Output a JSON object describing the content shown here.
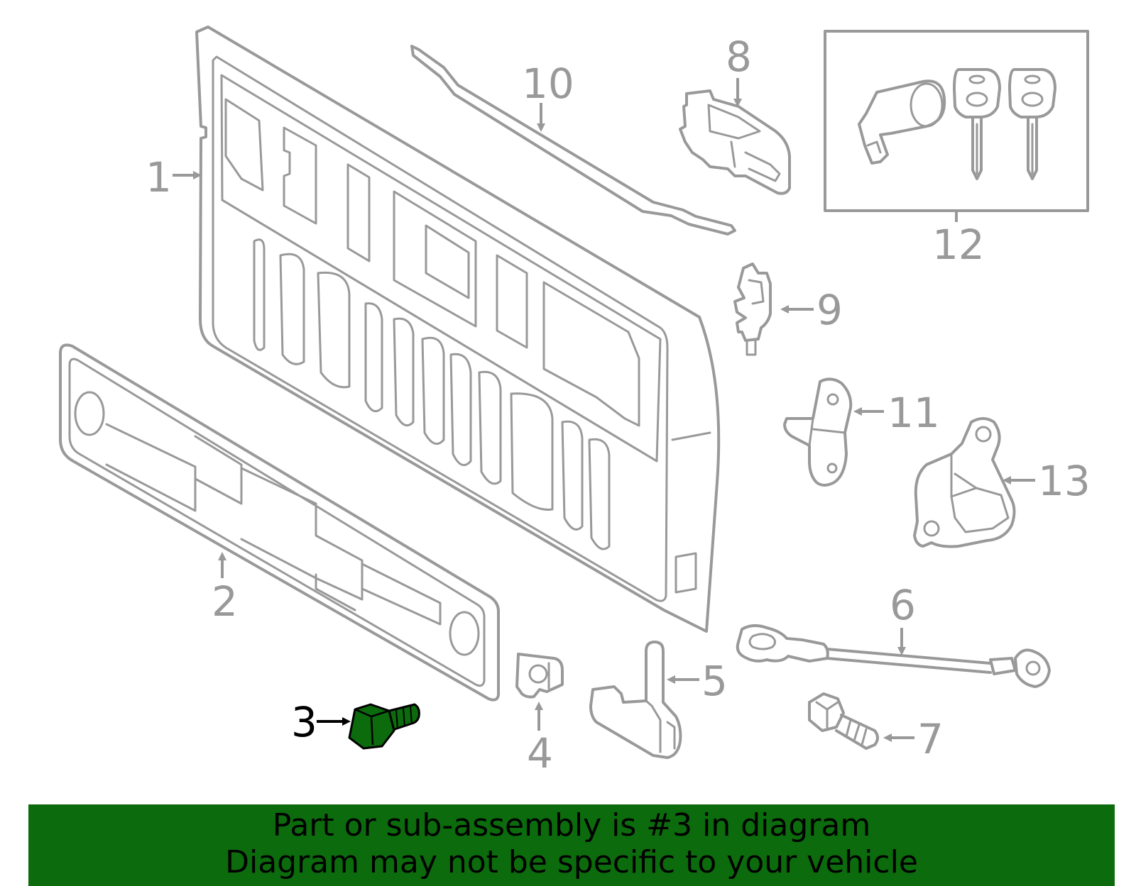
{
  "callouts": [
    {
      "id": "1",
      "label": "1"
    },
    {
      "id": "2",
      "label": "2"
    },
    {
      "id": "3",
      "label": "3"
    },
    {
      "id": "4",
      "label": "4"
    },
    {
      "id": "5",
      "label": "5"
    },
    {
      "id": "6",
      "label": "6"
    },
    {
      "id": "7",
      "label": "7"
    },
    {
      "id": "8",
      "label": "8"
    },
    {
      "id": "9",
      "label": "9"
    },
    {
      "id": "10",
      "label": "10"
    },
    {
      "id": "11",
      "label": "11"
    },
    {
      "id": "12",
      "label": "12"
    },
    {
      "id": "13",
      "label": "13"
    }
  ],
  "highlighted_part": "3",
  "colors": {
    "line_art": "#999999",
    "highlight_part": "#0c6b0c",
    "banner_background": "#0c6b0c",
    "banner_text": "#000000"
  },
  "banner": {
    "line1": "Part or sub-assembly is #3 in diagram",
    "line2": "Diagram may not be specific to your vehicle"
  }
}
